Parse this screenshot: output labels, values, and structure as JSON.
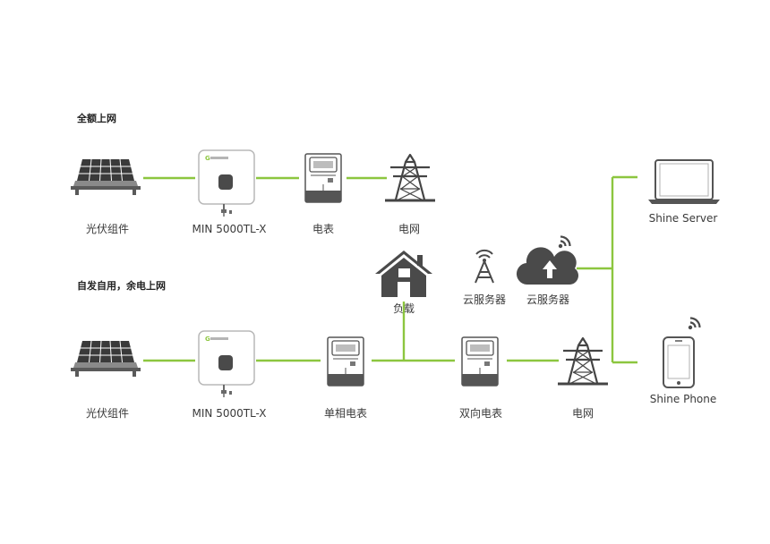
{
  "sections": {
    "full_feed_in": "全额上网",
    "self_use": "自发自用，余电上网"
  },
  "row1": {
    "pv_label": "光伏组件",
    "inverter_label": "MIN 5000TL-X",
    "meter_label": "电表",
    "grid_label": "电网"
  },
  "row2": {
    "pv_label": "光伏组件",
    "inverter_label": "MIN 5000TL-X",
    "single_meter_label": "单相电表",
    "bidirectional_meter_label": "双向电表",
    "grid_label": "电网",
    "load_label": "负载"
  },
  "cloud": {
    "tower_label": "云服务器",
    "server_label": "云服务器"
  },
  "devices": {
    "shine_server": "Shine Server",
    "shine_phone": "Shine Phone"
  },
  "colors": {
    "line": "#8cc63f",
    "accent": "#8cc63f",
    "icon_dark": "#4a4a4a",
    "icon_mid": "#6a6a6a",
    "icon_light": "#9a9a9a"
  }
}
